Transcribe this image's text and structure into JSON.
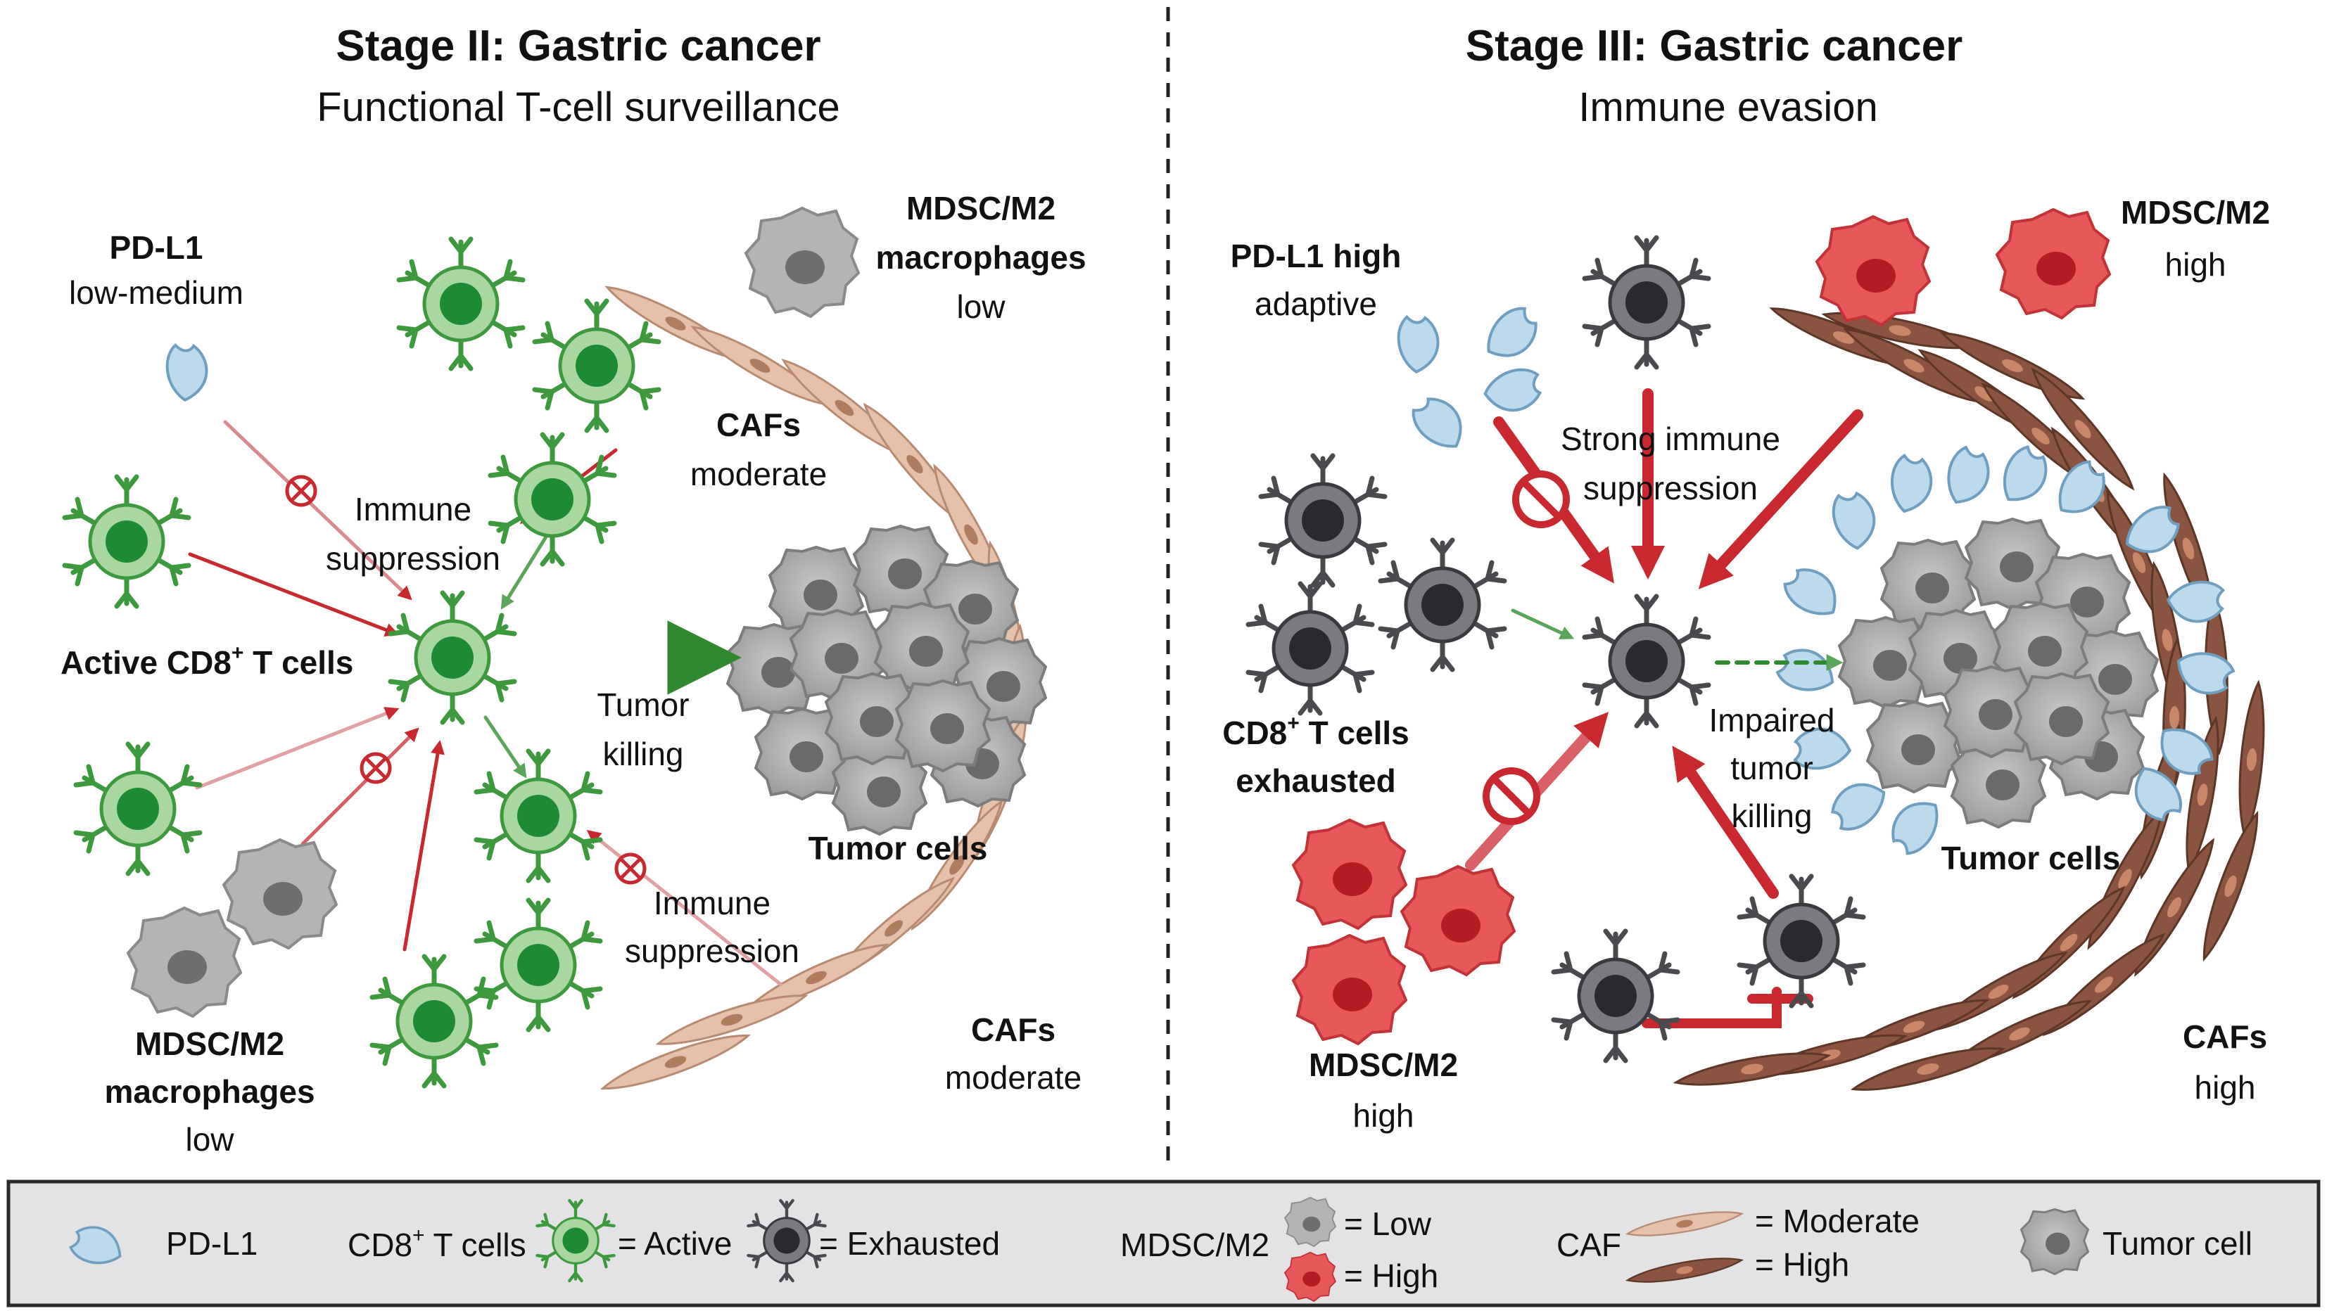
{
  "stage2": {
    "title": "Stage II: Gastric cancer",
    "subtitle": "Functional T-cell surveillance",
    "pdl1": {
      "name": "PD-L1",
      "level": "low-medium"
    },
    "mdsc_top": {
      "line1": "MDSC/M2",
      "line2": "macrophages",
      "level": "low"
    },
    "cafs_top": {
      "name": "CAFs",
      "level": "moderate"
    },
    "immune_suppression_1": {
      "line1": "Immune",
      "line2": "suppression"
    },
    "active_cd8": {
      "prefix": "Active CD8",
      "sup": "+",
      "suffix": " T cells"
    },
    "tumor_killing": {
      "line1": "Tumor",
      "line2": "killing"
    },
    "tumor_cells": "Tumor cells",
    "immune_suppression_2": {
      "line1": "Immune",
      "line2": "suppression"
    },
    "cafs_bottom": {
      "name": "CAFs",
      "level": "moderate"
    },
    "mdsc_bottom": {
      "line1": "MDSC/M2",
      "line2": "macrophages",
      "level": "low"
    }
  },
  "stage3": {
    "title": "Stage III: Gastric cancer",
    "subtitle": "Immune evasion",
    "pdl1": {
      "name": "PD-L1 high",
      "level": "adaptive"
    },
    "strong_suppression": {
      "line1": "Strong immune",
      "line2": "suppression"
    },
    "mdsc_top": {
      "name": "MDSC/M2",
      "level": "high"
    },
    "cd8_exhausted": {
      "prefix": "CD8",
      "sup": "+",
      "suffix": " T cells",
      "line2": "exhausted"
    },
    "impaired": {
      "line1": "Impaired",
      "line2": "tumor",
      "line3": "killing"
    },
    "tumor_cells": "Tumor cells",
    "mdsc_bottom": {
      "name": "MDSC/M2",
      "level": "high"
    },
    "cafs": {
      "name": "CAFs",
      "level": "high"
    }
  },
  "legend": {
    "pdl1": "PD-L1",
    "cd8": {
      "prefix": "CD8",
      "sup": "+",
      "suffix": " T cells"
    },
    "active": "= Active",
    "exhausted": "= Exhausted",
    "mdsc": "MDSC/M2",
    "low": "= Low",
    "high": "= High",
    "caf": "CAF",
    "moderate": "= Moderate",
    "caf_high": "= High",
    "tumor": "Tumor cell"
  },
  "colors": {
    "active_tcell": "#3c9a3c",
    "exhausted_tcell": "#4a4a4e",
    "mdsc_low": "#9a9a9a",
    "mdsc_high": "#e0464a",
    "caf_moderate": "#e3b9a0",
    "caf_high": "#8a5440",
    "pdl1": "#b8d8ec",
    "inhibit_arrow": "#c8282e",
    "activate_arrow": "#2f8a2f"
  }
}
